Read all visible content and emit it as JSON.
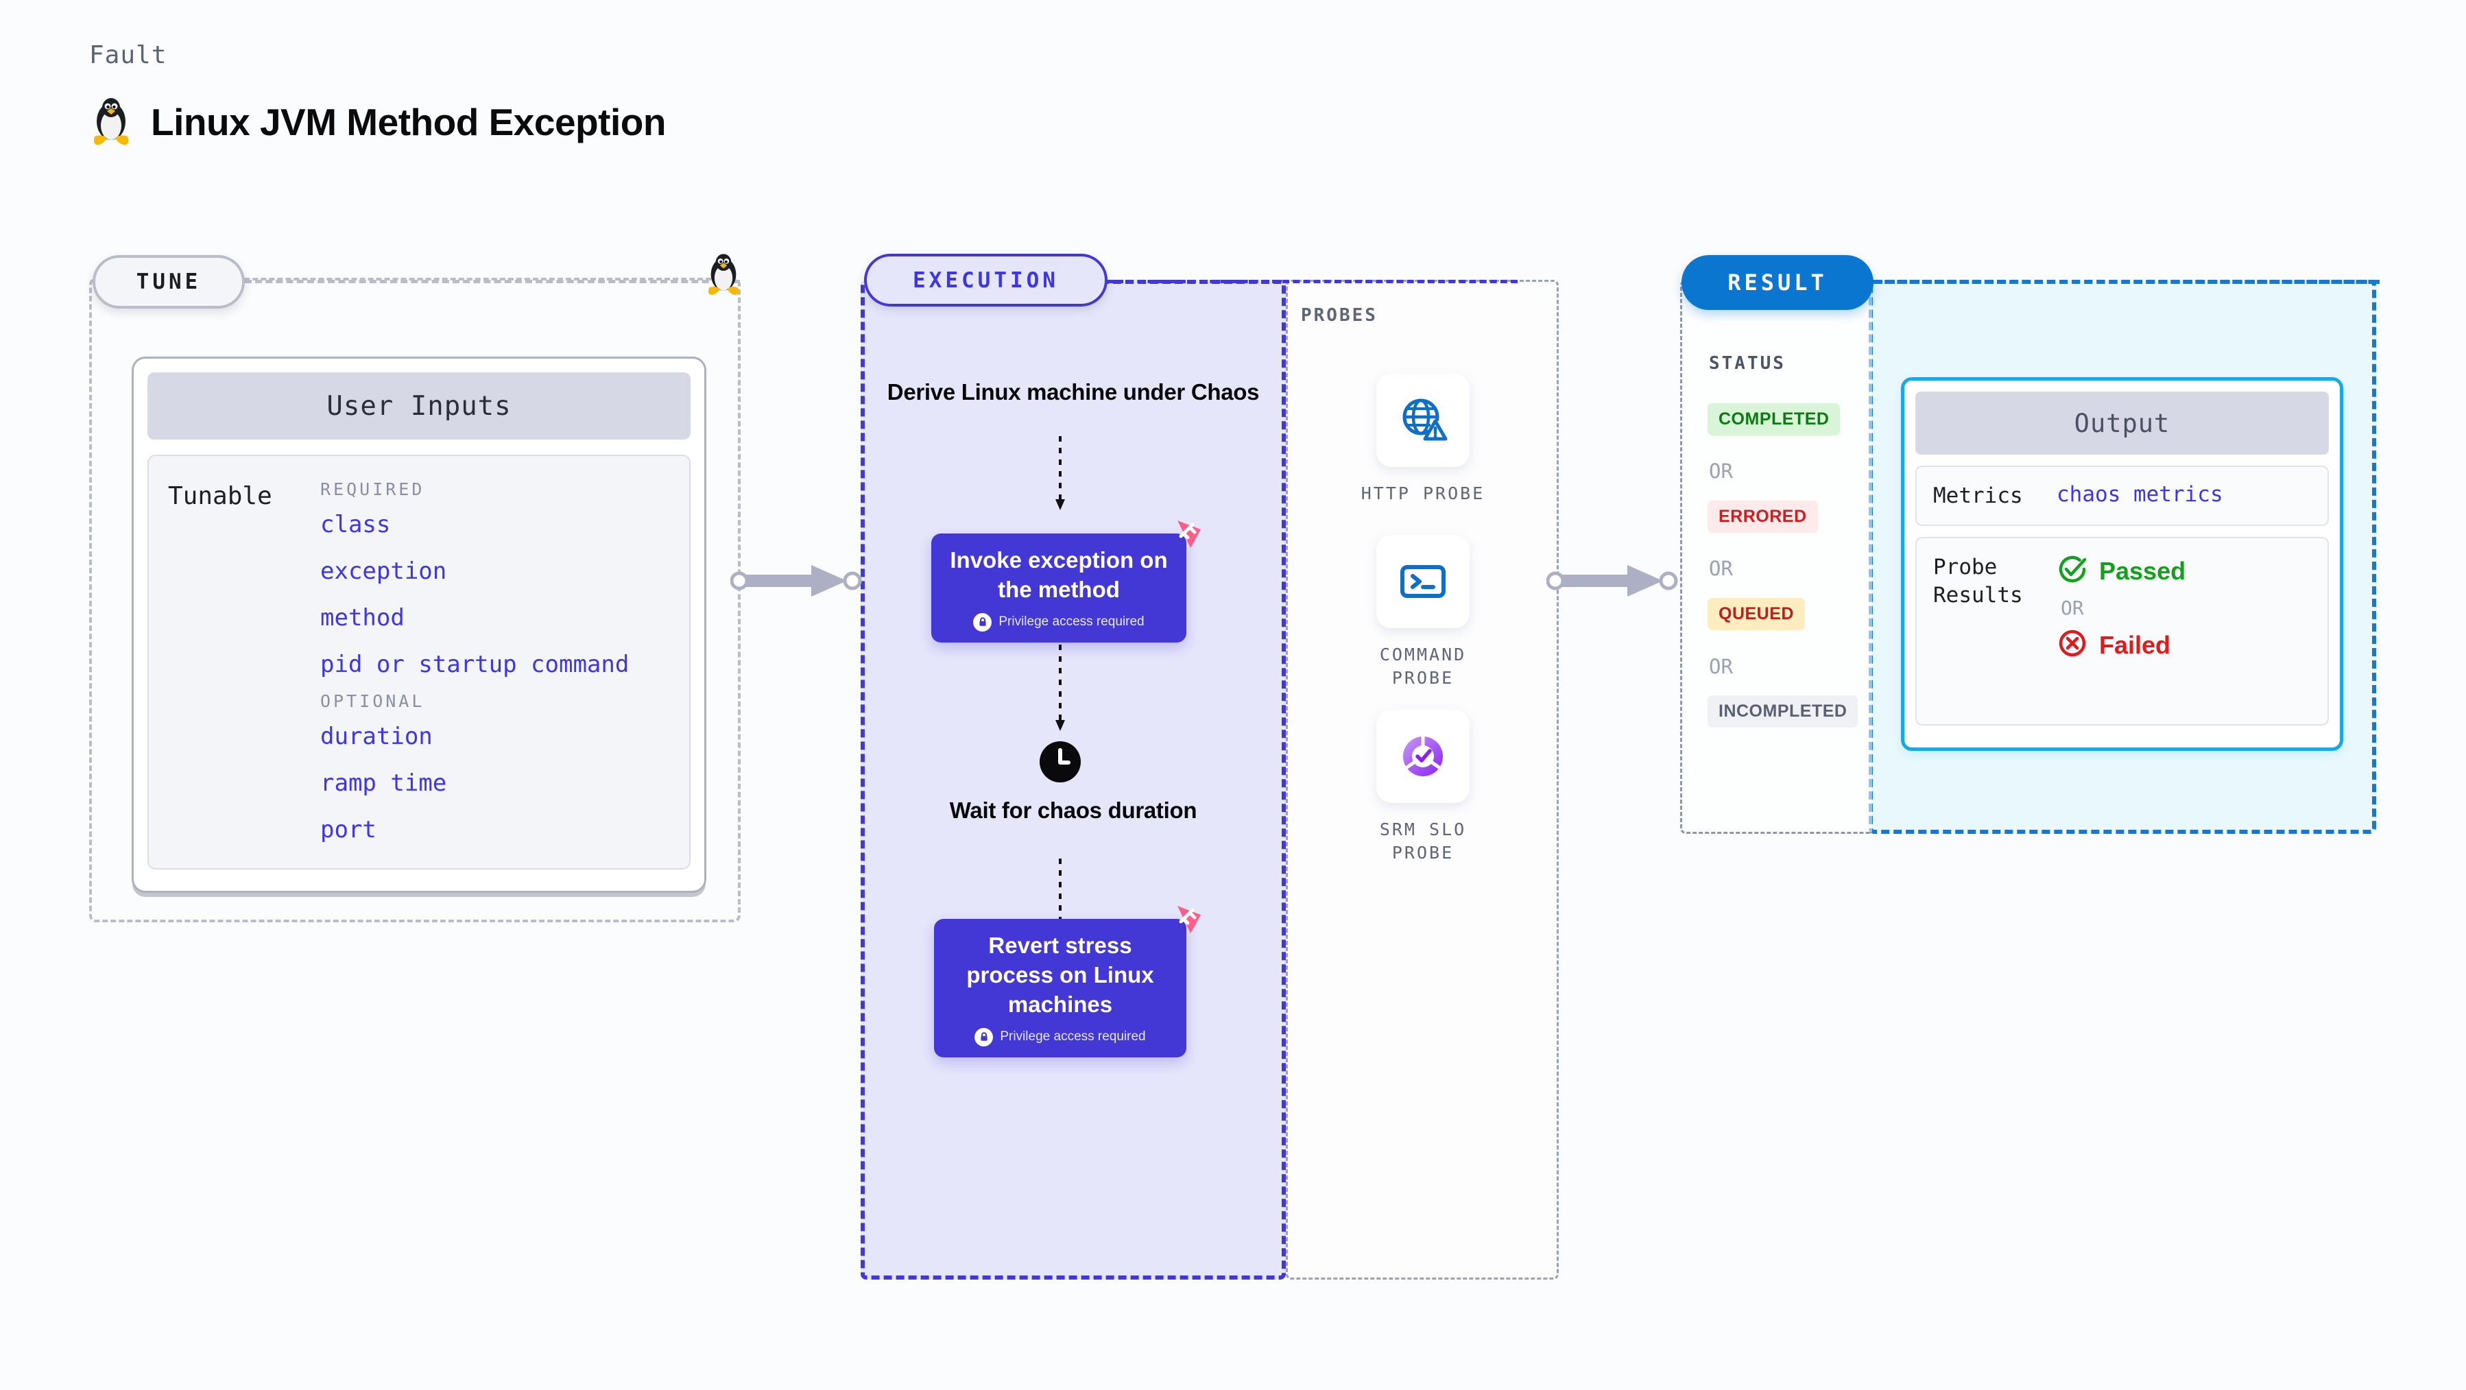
{
  "header": {
    "kicker": "Fault",
    "title": "Linux JVM Method Exception",
    "icon": "linux-penguin-icon"
  },
  "tune": {
    "pill_label": "TUNE",
    "icon": "linux-penguin-icon",
    "card": {
      "header": "User Inputs",
      "row_label": "Tunable",
      "groups": [
        {
          "label": "REQUIRED",
          "items": [
            "class",
            "exception",
            "method",
            "pid or startup command"
          ]
        },
        {
          "label": "OPTIONAL",
          "items": [
            "duration",
            "ramp time",
            "port"
          ]
        }
      ]
    }
  },
  "execution": {
    "pill_label": "EXECUTION",
    "steps": [
      {
        "type": "plain",
        "text": "Derive Linux machine under Chaos"
      },
      {
        "type": "action",
        "text": "Invoke exception on the method",
        "note": "Privilege access required",
        "badge": "harness-logo-icon"
      },
      {
        "type": "wait",
        "text": "Wait for chaos duration",
        "icon": "clock-icon"
      },
      {
        "type": "action",
        "text": "Revert stress process on Linux machines",
        "note": "Privilege access required",
        "badge": "harness-logo-icon"
      }
    ]
  },
  "probes": {
    "label": "PROBES",
    "items": [
      {
        "caption": "HTTP PROBE",
        "icon": "globe-warning-icon"
      },
      {
        "caption": "COMMAND PROBE",
        "icon": "terminal-icon"
      },
      {
        "caption": "SRM SLO PROBE",
        "icon": "slo-donut-check-icon"
      }
    ]
  },
  "result": {
    "pill_label": "RESULT",
    "status_label": "STATUS",
    "or_label": "OR",
    "statuses": [
      {
        "label": "COMPLETED",
        "bg": "#d8f5d8",
        "fg": "#0e7a14"
      },
      {
        "label": "ERRORED",
        "bg": "#fdeaea",
        "fg": "#cc1f1f"
      },
      {
        "label": "QUEUED",
        "bg": "#fdedbf",
        "fg": "#b81f1f"
      },
      {
        "label": "INCOMPLETED",
        "bg": "#f0f1f5",
        "fg": "#5a5f72"
      }
    ],
    "output": {
      "header": "Output",
      "metrics_key": "Metrics",
      "metrics_value": "chaos metrics",
      "probe_results_key": "Probe Results",
      "passed_label": "Passed",
      "failed_label": "Failed",
      "or_label": "OR",
      "passed_color": "#14a01c",
      "failed_color": "#e01b1b"
    }
  },
  "colors": {
    "accent_purple": "#3d35e8",
    "execution_fill": "#e6e6fb",
    "result_blue": "#0b76d0",
    "output_border": "#18a9e8",
    "harness_pink": "#ff5e8a"
  }
}
